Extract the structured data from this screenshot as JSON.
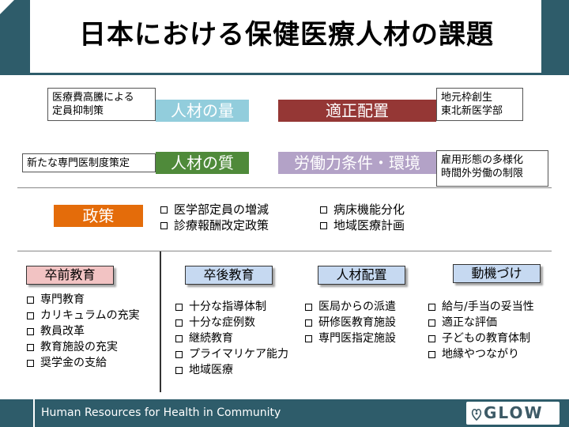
{
  "title": "日本における保健医療人材の課題",
  "issues": {
    "note_cost": [
      "医療費高騰による",
      "定員抑制策"
    ],
    "quantity": "人材の量",
    "allocation": "適正配置",
    "note_local": [
      "地元枠創生",
      "東北新医学部"
    ],
    "note_specialist": "新たな専門医制度策定",
    "quality": "人材の質",
    "labor": "労働力条件・環境",
    "note_labor": [
      "雇用形態の多様化",
      "時間外労働の制限"
    ]
  },
  "policy": {
    "label": "政策",
    "items_left": [
      "医学部定員の増減",
      "診療報酬改定政策"
    ],
    "items_right": [
      "病床機能分化",
      "地域医療計画"
    ]
  },
  "categories": [
    {
      "label": "卒前教育",
      "items": [
        "専門教育",
        "カリキュラムの充実",
        "教員改革",
        "教育施設の充実",
        "奨学金の支給"
      ]
    },
    {
      "label": "卒後教育",
      "items": [
        "十分な指導体制",
        "十分な症例数",
        "継続教育",
        "プライマリケア能力",
        "地域医療"
      ]
    },
    {
      "label": "人材配置",
      "items": [
        "医局からの派遣",
        "研修医教育施設",
        "専門医指定施設"
      ]
    },
    {
      "label": "動機づけ",
      "items": [
        "給与/手当の妥当性",
        "適正な評価",
        "子どもの教育体制",
        "地縁やつながり"
      ]
    }
  ],
  "footer": {
    "text": "Human Resources for Health in Community",
    "logo": "GLOW"
  },
  "colors": {
    "theme": "#2e5c6a",
    "quantity": "#92cddc",
    "allocation": "#953735",
    "quality": "#4f8a3a",
    "labor": "#b3a2c7",
    "policy": "#e46c0a",
    "pre_education": "#f2c3c3",
    "category": "#c6d9f1"
  }
}
